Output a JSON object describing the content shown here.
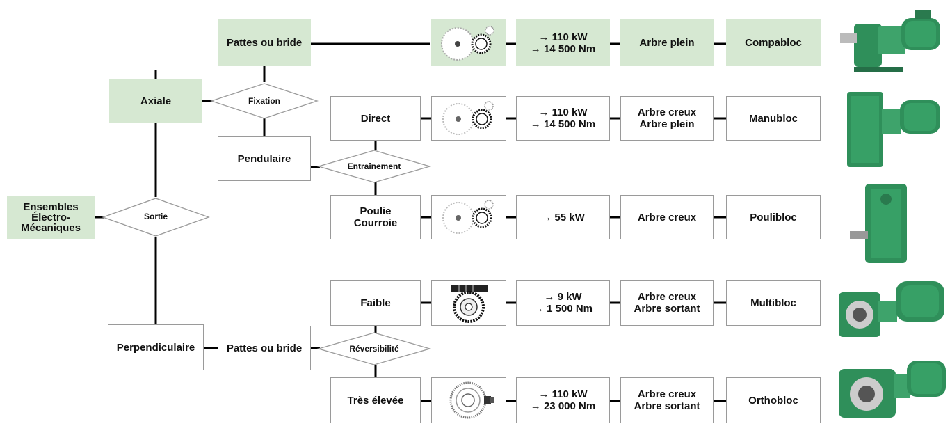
{
  "colors": {
    "green_fill": "#d6e8d2",
    "line": "#000000",
    "box_border": "#9a9a9a",
    "machine_green": "#2f8f5a"
  },
  "root": {
    "label_1": "Ensembles",
    "label_2": "Électro-",
    "label_3": "Mécaniques"
  },
  "decisions": {
    "sortie": "Sortie",
    "fixation": "Fixation",
    "entrainement": "Entraînement",
    "reversibilite": "Réversibilité"
  },
  "nodes": {
    "axiale": "Axiale",
    "perpendiculaire": "Perpendiculaire",
    "pattes_top": "Pattes ou bride",
    "pendulaire": "Pendulaire",
    "pattes_bottom": "Pattes ou bride",
    "direct": "Direct",
    "poulie_1": "Poulie",
    "poulie_2": "Courroie",
    "faible": "Faible",
    "tres_elevee": "Très élevée"
  },
  "rows": [
    {
      "power": "→ 110 kW",
      "torque": "→ 14 500 Nm",
      "shaft_1": "Arbre plein",
      "shaft_2": "",
      "product": "Compabloc",
      "gear": "spur-gear-icon"
    },
    {
      "power": "→ 110 kW",
      "torque": "→ 14 500 Nm",
      "shaft_1": "Arbre creux",
      "shaft_2": "Arbre plein",
      "product": "Manubloc",
      "gear": "spur-gear-icon"
    },
    {
      "power": "→ 55 kW",
      "torque": "",
      "shaft_1": "Arbre creux",
      "shaft_2": "",
      "product": "Poulibloc",
      "gear": "spur-gear-icon"
    },
    {
      "power": "→ 9 kW",
      "torque": "→ 1 500 Nm",
      "shaft_1": "Arbre creux",
      "shaft_2": "Arbre sortant",
      "product": "Multibloc",
      "gear": "worm-gear-icon"
    },
    {
      "power": "→ 110 kW",
      "torque": "→ 23 000 Nm",
      "shaft_1": "Arbre creux",
      "shaft_2": "Arbre sortant",
      "product": "Orthobloc",
      "gear": "bevel-gear-icon"
    }
  ]
}
